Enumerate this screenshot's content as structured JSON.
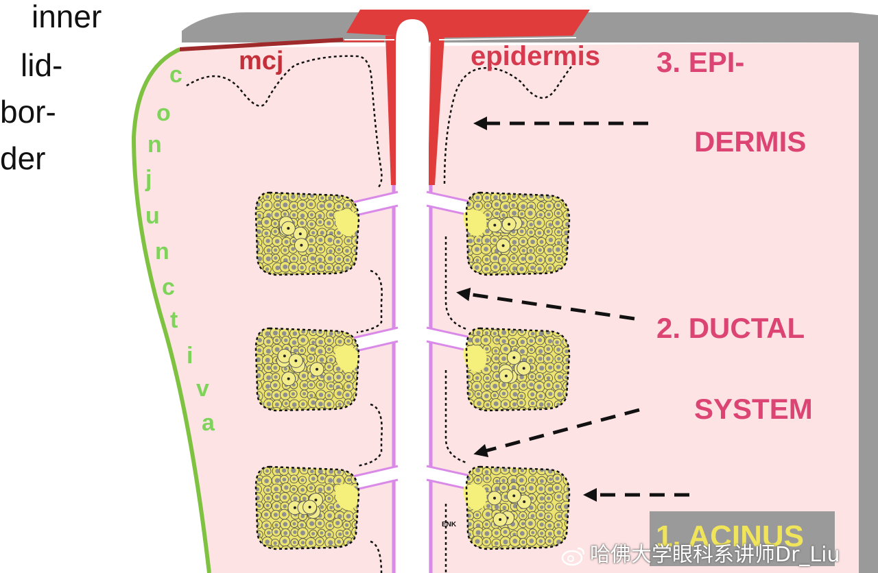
{
  "diagram": {
    "side_label_lines": [
      "inner",
      "lid-",
      "bor-",
      "der"
    ],
    "conjunctiva_letters": [
      "c",
      "o",
      "n",
      "j",
      "u",
      "n",
      "c",
      "t",
      "i",
      "v",
      "a"
    ],
    "labels": {
      "mcj": "mcj",
      "epidermis": "epidermis",
      "epidermis_title_line1": "3. EPI-",
      "epidermis_title_line2": "DERMIS",
      "ductal_line1": "2. DUCTAL",
      "ductal_line2": "SYSTEM",
      "acinus": "1. ACINUS",
      "enk": "ENK"
    },
    "watermark": "哈佛大学眼科系讲师Dr_Liu",
    "colors": {
      "lid_pink": "#fde3e3",
      "lid_border_gray": "#9a9a9a",
      "conjunctiva_green": "#7fc242",
      "mcj_darkred": "#9e2a2b",
      "epidermis_red": "#e03c3c",
      "duct_violet": "#d98ae8",
      "acinus_yellow": "#ece46e",
      "cell_gray": "#8f8f8f",
      "label_red": "#c4303a",
      "label_pink": "#dc4474",
      "acinus_text": "#f0e45a"
    }
  }
}
